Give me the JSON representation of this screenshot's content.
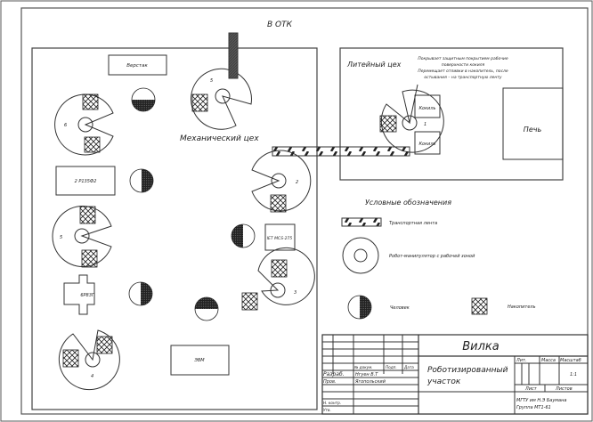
{
  "drawing": {
    "exit_label": "В ОТК",
    "mech_shop": {
      "title": "Механический цех",
      "bench_label": "Верстак",
      "machines": [
        {
          "label": "2 Р135Ф2"
        },
        {
          "label": "6Р83Г"
        },
        {
          "label": "IET MCS-275"
        },
        {
          "label": "ЭВМ"
        }
      ],
      "robot_numbers": [
        "6",
        "5",
        "5",
        "4",
        "2",
        "3"
      ]
    },
    "foundry": {
      "title": "Литейный цех",
      "note_line1": "Покрывает защитным покрытием рабочие",
      "note_line2": "поверхности кокиля",
      "note_line3": "Перемещает отливки в накопитель, после",
      "note_line4": "остывания – на транспортную ленту",
      "mold_top": "Кокиль",
      "mold_bottom": "Кокиль",
      "robot_number": "1",
      "furnace": "Печь"
    },
    "legend": {
      "title": "Условные обозначения",
      "conveyor": "Транспортная лента",
      "robot": "Робот-манипулятор с рабочей зоной",
      "human": "Человек",
      "storage": "Накопитель"
    }
  },
  "title_block": {
    "name": "Вилка",
    "subtitle_line1": "Роботизированный",
    "subtitle_line2": "участок",
    "col_doc": "№ докум.",
    "col_sign": "Подп.",
    "col_date": "Дата",
    "row_dev": "Разраб.",
    "dev_name": "Нгуен В.Т",
    "row_check": "Пров.",
    "check_name": "Ягопольский",
    "row_nctrl": "Н. контр.",
    "row_appr": "Утв.",
    "lit": "Лит.",
    "mass": "Масса",
    "scale": "Масштаб",
    "scale_value": "1:1",
    "sheet": "Лист",
    "sheets": "Листов",
    "org_line1": "МГТУ им Н.Э Баумана",
    "org_line2": "Группа МТ1-61"
  }
}
